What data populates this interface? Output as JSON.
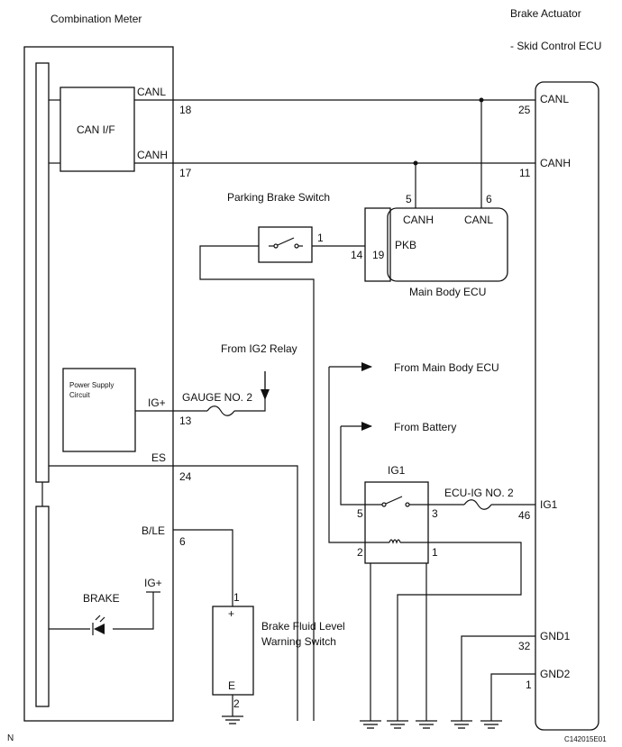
{
  "labels": {
    "combination_meter": "Combination Meter",
    "brake_actuator": "Brake Actuator",
    "skid_control": "- Skid Control ECU",
    "can_if": "CAN I/F",
    "parking_brake_switch": "Parking Brake Switch",
    "main_body_ecu": "Main Body ECU",
    "from_ig2_relay": "From IG2 Relay",
    "power_supply_1": "Power Supply",
    "power_supply_2": "Circuit",
    "gauge_no2": "GAUGE NO. 2",
    "from_main_body_ecu": "From Main Body ECU",
    "from_battery": "From Battery",
    "ig1_relay": "IG1",
    "ecu_ig_no2": "ECU-IG NO. 2",
    "brake": "BRAKE",
    "brake_fluid_1": "Brake Fluid Level",
    "brake_fluid_2": "Warning Switch",
    "corner_n": "N",
    "figure_id": "C142015E01"
  },
  "signals": {
    "canl_left": "CANL",
    "canh_left": "CANH",
    "canl_right": "CANL",
    "canh_right": "CANH",
    "canh_ecu": "CANH",
    "canl_ecu": "CANL",
    "pkb": "PKB",
    "ig_plus": "IG+",
    "ig_plus_brake": "IG+",
    "es": "ES",
    "ble": "B/LE",
    "ig1_right": "IG1",
    "gnd1": "GND1",
    "gnd2": "GND2",
    "plus": "+",
    "e": "E"
  },
  "pins": {
    "p18": "18",
    "p17": "17",
    "p25": "25",
    "p11": "11",
    "p5_ecu": "5",
    "p6_ecu": "6",
    "p1_pkb": "1",
    "p14": "14",
    "p19": "19",
    "p13": "13",
    "p24": "24",
    "p6_ble": "6",
    "p5_ig1": "5",
    "p3_ig1": "3",
    "p2_ig1": "2",
    "p1_ig1": "1",
    "p46": "46",
    "p32": "32",
    "p1_gnd2": "1",
    "p1_bf": "1",
    "p2_bf": "2"
  }
}
